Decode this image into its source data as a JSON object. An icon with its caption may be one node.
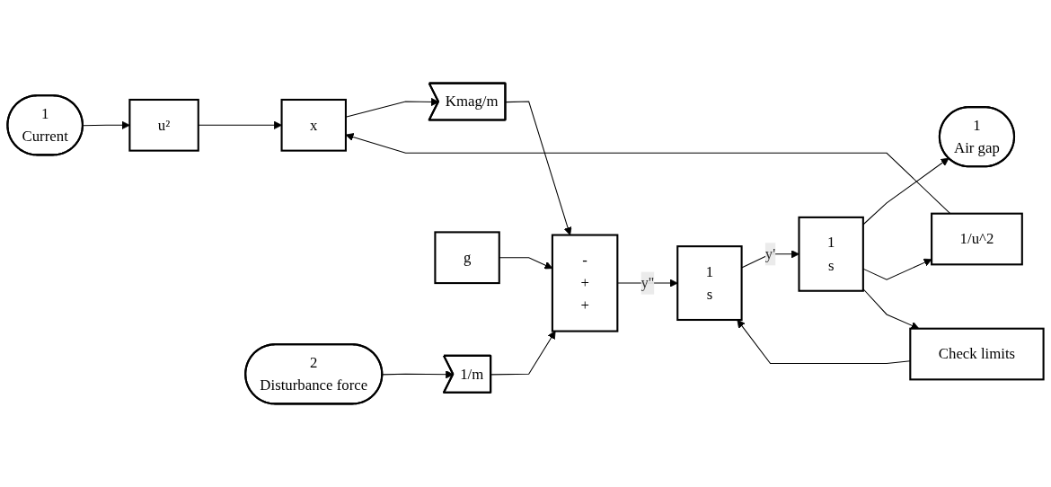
{
  "diagram": {
    "nodes": [
      {
        "text": [
          "1",
          "Current"
        ]
      },
      {
        "text": [
          "u²"
        ]
      },
      {
        "text": [
          "x"
        ]
      },
      {
        "text": [
          "Kmag/m"
        ]
      },
      {
        "text": [
          "-",
          "+",
          "+"
        ]
      },
      {
        "text": [
          "2",
          "Disturbance force"
        ]
      },
      {
        "text": [
          "1/m"
        ]
      },
      {
        "text": [
          "g"
        ]
      },
      {
        "text": [
          "1",
          "s"
        ]
      },
      {
        "text": [
          "1",
          "s"
        ]
      },
      {
        "text": [
          "1",
          "Air gap"
        ]
      },
      {
        "text": [
          "1/u^2"
        ]
      },
      {
        "text": [
          "Check limits"
        ]
      }
    ],
    "edges": [
      {
        "from": 0,
        "to": 1,
        "arrow": "to"
      },
      {
        "from": 1,
        "to": 2,
        "arrow": "to"
      },
      {
        "from": 11,
        "to": 2,
        "arrow": "to"
      },
      {
        "from": 2,
        "to": 3,
        "arrow": "to"
      },
      {
        "from": 3,
        "to": 4,
        "arrow": "to"
      },
      {
        "from": 5,
        "to": 6,
        "arrow": "to"
      },
      {
        "from": 6,
        "to": 4,
        "arrow": "to"
      },
      {
        "from": 7,
        "to": 4,
        "arrow": "to"
      },
      {
        "from": 4,
        "to": 8,
        "arrow": "to",
        "label": "y''"
      },
      {
        "from": 8,
        "to": 9,
        "arrow": "to",
        "label": "y'"
      },
      {
        "from": 9,
        "to": 10,
        "arrow": "to"
      },
      {
        "from": 9,
        "to": 11,
        "arrow": "to"
      },
      {
        "from": 9,
        "to": 12,
        "arrow": "to"
      },
      {
        "from": 12,
        "to": 8,
        "arrow": "to"
      }
    ]
  }
}
